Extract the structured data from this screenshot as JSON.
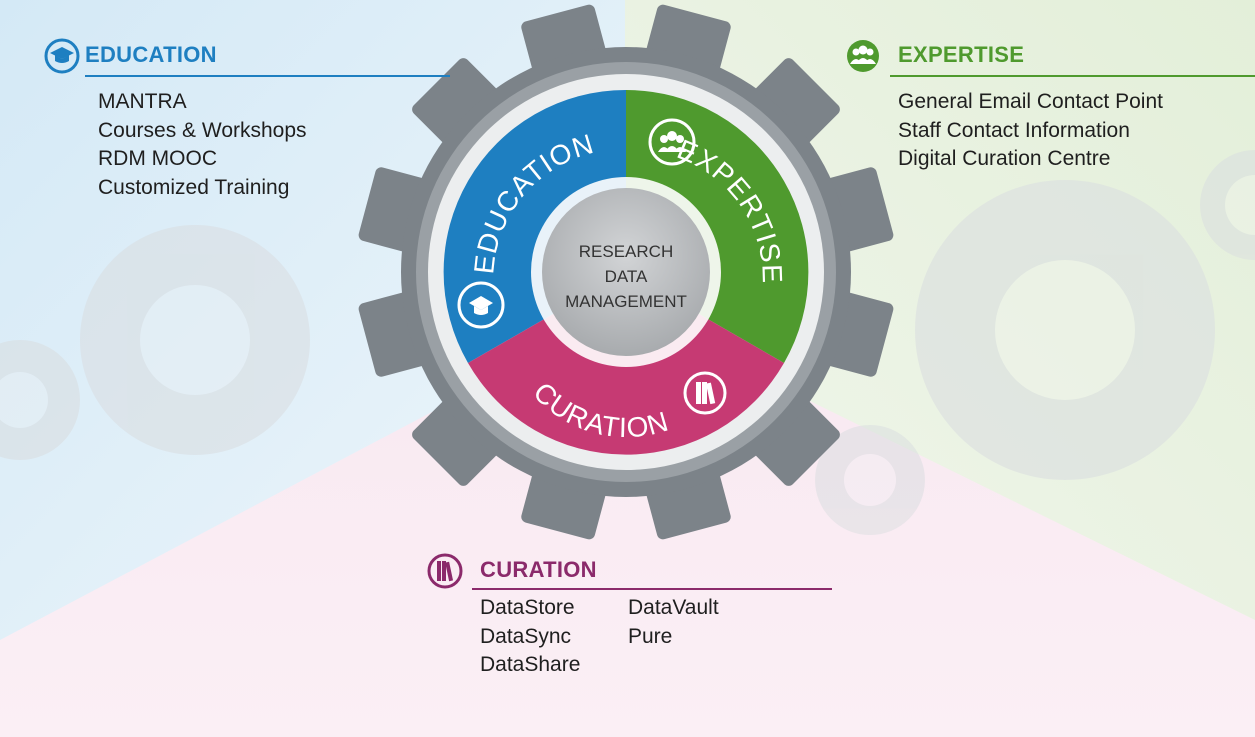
{
  "center": {
    "line1": "RESEARCH",
    "line2": "DATA",
    "line3": "MANAGEMENT"
  },
  "ring": {
    "education": "EDUCATION",
    "expertise": "EXPERTISE",
    "curation": "CURATION"
  },
  "education": {
    "title": "EDUCATION",
    "items": [
      "MANTRA",
      "Courses & Workshops",
      "RDM MOOC",
      "Customized Training"
    ]
  },
  "expertise": {
    "title": "EXPERTISE",
    "items": [
      "General Email Contact Point",
      "Staff Contact Information",
      "Digital Curation Centre"
    ]
  },
  "curation": {
    "title": "CURATION",
    "col1": [
      "DataStore",
      "DataSync",
      "DataShare"
    ],
    "col2": [
      "DataVault",
      "Pure"
    ]
  },
  "colors": {
    "education": "#1e7fc1",
    "expertise": "#4f9a2e",
    "curation": "#c63a73",
    "curation_title": "#8b2a6b",
    "gear": "#7c8389",
    "hub": "#b9bcbf"
  },
  "icons": {
    "education": "graduation-cap-icon",
    "expertise": "people-group-icon",
    "curation": "books-icon"
  }
}
